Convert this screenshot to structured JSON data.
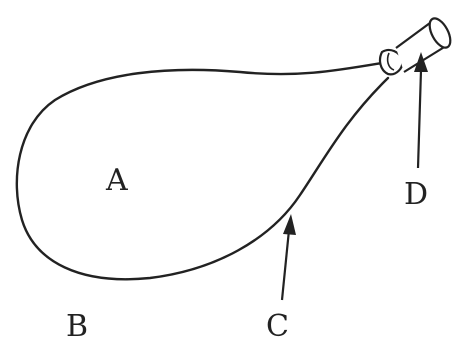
{
  "labels": {
    "a": "A",
    "b": "B",
    "c": "C",
    "d": "D"
  },
  "colors": {
    "ink": "#222222",
    "background": "#ffffff"
  }
}
